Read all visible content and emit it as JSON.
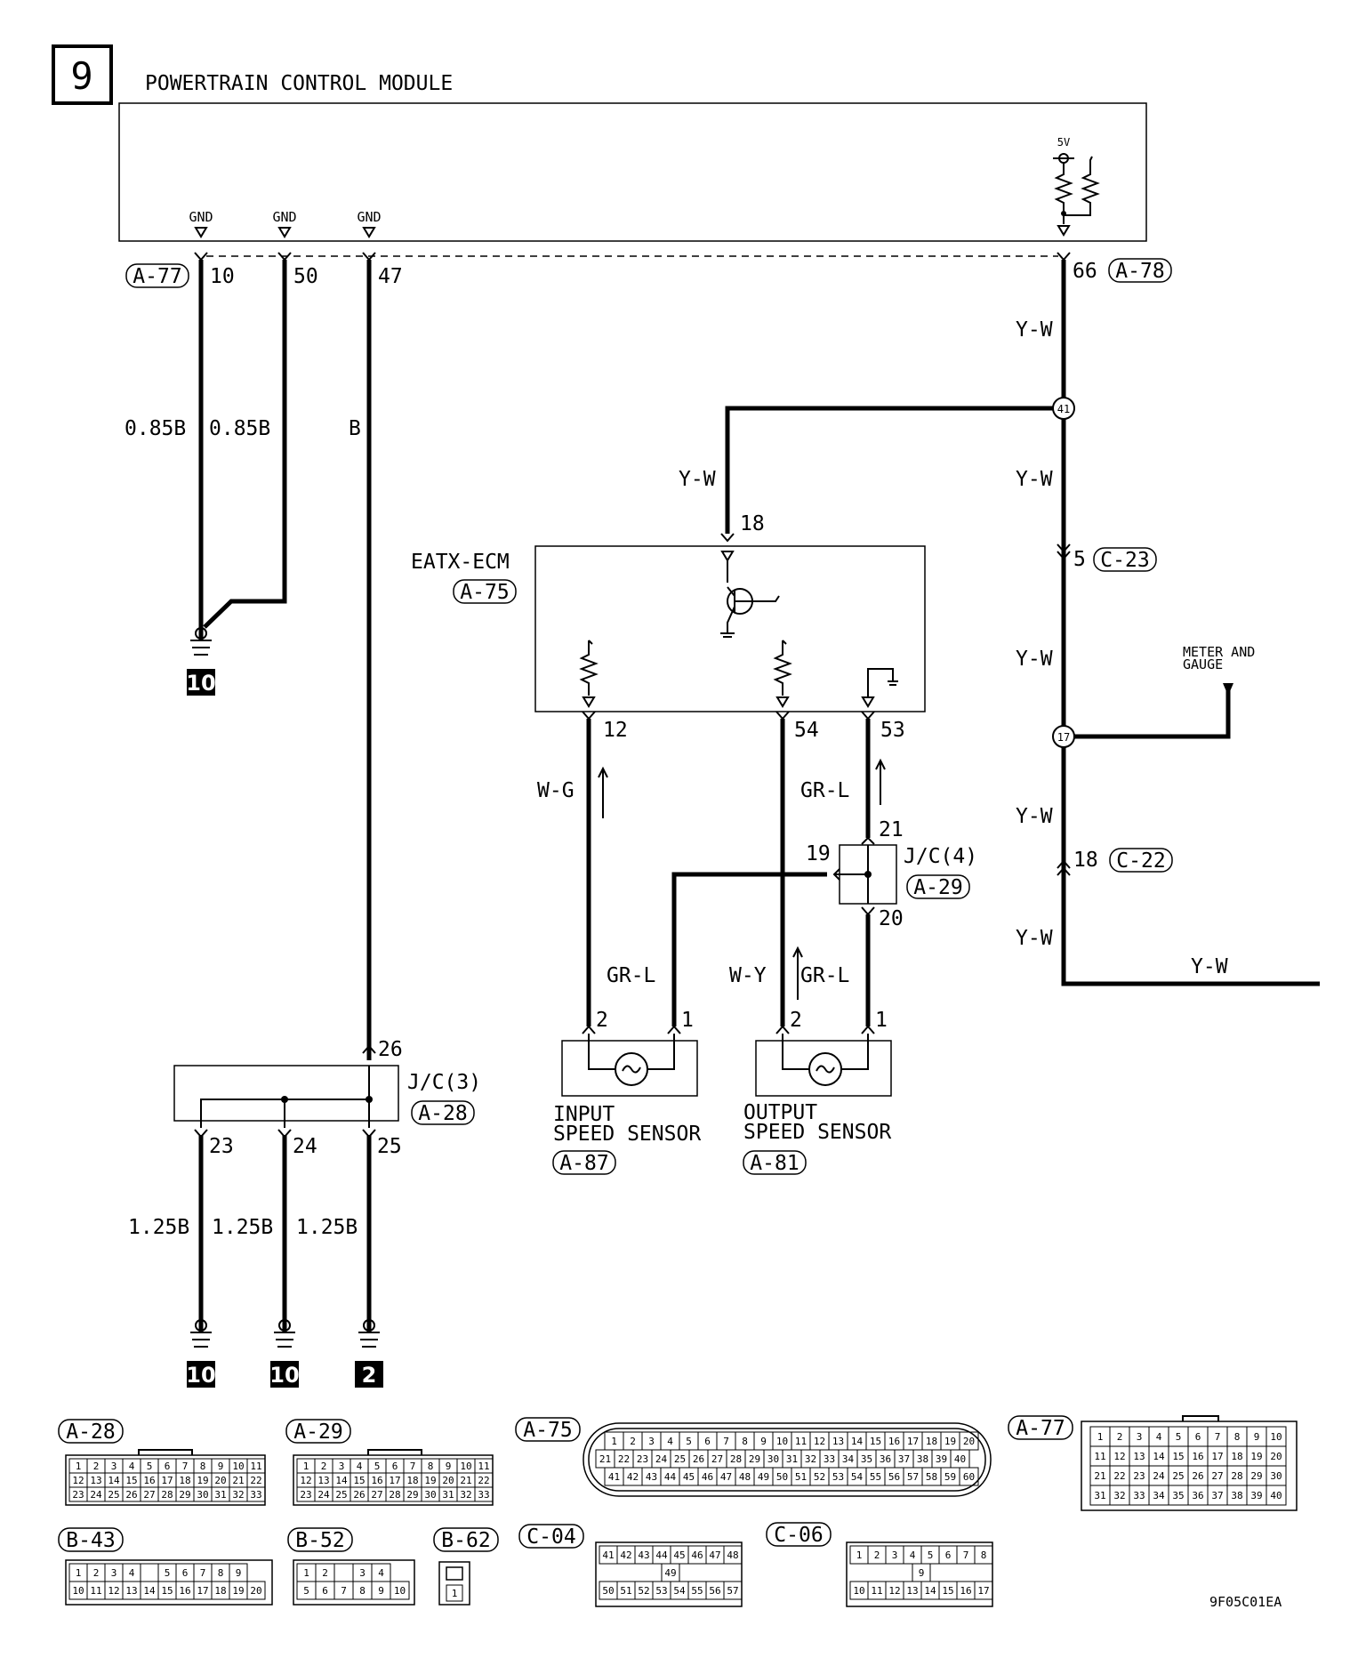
{
  "page": {
    "number": "9",
    "title": "POWERTRAIN CONTROL MODULE",
    "code": "9F05C01EA"
  },
  "pcm": {
    "gnd": "GND",
    "vref": "5V",
    "conn_left": "A-77",
    "conn_right": "A-78",
    "pins": {
      "p10": "10",
      "p50": "50",
      "p47": "47",
      "p66": "66"
    }
  },
  "wires": {
    "w10": "0.85B",
    "w50": "0.85B",
    "w47": "B",
    "yw": "Y-W",
    "wg": "W-G",
    "grl": "GR-L",
    "wy": "W-Y",
    "b125": "1.25B"
  },
  "splices": {
    "s41": "41",
    "s17": "17"
  },
  "jcon": {
    "c23_pin": "5",
    "c23": "C-23",
    "c22_pin": "18",
    "c22": "C-22",
    "meter": "METER AND\nGAUGE"
  },
  "eatx": {
    "name": "EATX-ECM",
    "conn": "A-75",
    "p18": "18",
    "p12": "12",
    "p54": "54",
    "p53": "53"
  },
  "jc4": {
    "name": "J/C(4)",
    "conn": "A-29",
    "p21": "21",
    "p19": "19",
    "p20": "20"
  },
  "jc3": {
    "name": "J/C(3)",
    "conn": "A-28",
    "p26": "26",
    "p23": "23",
    "p24": "24",
    "p25": "25"
  },
  "input_sensor": {
    "name1": "INPUT",
    "name2": "SPEED SENSOR",
    "conn": "A-87",
    "p2": "2",
    "p1": "1"
  },
  "output_sensor": {
    "name1": "OUTPUT",
    "name2": "SPEED SENSOR",
    "conn": "A-81",
    "p2": "2",
    "p1": "1"
  },
  "grounds": {
    "g1": "10",
    "g2": "10",
    "g3": "10",
    "g4": "2"
  },
  "connectors": {
    "a28": {
      "label": "A-28",
      "rows": [
        [
          "1",
          "2",
          "3",
          "4",
          "5",
          "6",
          "7",
          "8",
          "9",
          "10",
          "11"
        ],
        [
          "12",
          "13",
          "14",
          "15",
          "16",
          "17",
          "18",
          "19",
          "20",
          "21",
          "22"
        ],
        [
          "23",
          "24",
          "25",
          "26",
          "27",
          "28",
          "29",
          "30",
          "31",
          "32",
          "33"
        ]
      ]
    },
    "a29": {
      "label": "A-29",
      "rows": [
        [
          "1",
          "2",
          "3",
          "4",
          "5",
          "6",
          "7",
          "8",
          "9",
          "10",
          "11"
        ],
        [
          "12",
          "13",
          "14",
          "15",
          "16",
          "17",
          "18",
          "19",
          "20",
          "21",
          "22"
        ],
        [
          "23",
          "24",
          "25",
          "26",
          "27",
          "28",
          "29",
          "30",
          "31",
          "32",
          "33"
        ]
      ]
    },
    "a75": {
      "label": "A-75",
      "rows": [
        [
          "1",
          "2",
          "3",
          "4",
          "5",
          "6",
          "7",
          "8",
          "9",
          "10",
          "11",
          "12",
          "13",
          "14",
          "15",
          "16",
          "17",
          "18",
          "19",
          "20"
        ],
        [
          "21",
          "22",
          "23",
          "24",
          "25",
          "26",
          "27",
          "28",
          "29",
          "30",
          "31",
          "32",
          "33",
          "34",
          "35",
          "36",
          "37",
          "38",
          "39",
          "40"
        ],
        [
          "41",
          "42",
          "43",
          "44",
          "45",
          "46",
          "47",
          "48",
          "49",
          "50",
          "51",
          "52",
          "53",
          "54",
          "55",
          "56",
          "57",
          "58",
          "59",
          "60"
        ]
      ]
    },
    "a77": {
      "label": "A-77",
      "rows": [
        [
          "1",
          "2",
          "3",
          "4",
          "5",
          "6",
          "7",
          "8",
          "9",
          "10"
        ],
        [
          "11",
          "12",
          "13",
          "14",
          "15",
          "16",
          "17",
          "18",
          "19",
          "20"
        ],
        [
          "21",
          "22",
          "23",
          "24",
          "25",
          "26",
          "27",
          "28",
          "29",
          "30"
        ],
        [
          "31",
          "32",
          "33",
          "34",
          "35",
          "36",
          "37",
          "38",
          "39",
          "40"
        ]
      ]
    },
    "b43": {
      "label": "B-43",
      "rows": [
        [
          "1",
          "2",
          "3",
          "4",
          "",
          "5",
          "6",
          "7",
          "8",
          "9"
        ],
        [
          "10",
          "11",
          "12",
          "13",
          "14",
          "15",
          "16",
          "17",
          "18",
          "19",
          "20"
        ]
      ]
    },
    "b52": {
      "label": "B-52",
      "rows": [
        [
          "1",
          "2",
          "",
          "3",
          "4"
        ],
        [
          "5",
          "6",
          "7",
          "8",
          "9",
          "10"
        ]
      ]
    },
    "b62": {
      "label": "B-62",
      "rows": [
        [
          "1"
        ]
      ]
    },
    "c04": {
      "label": "C-04",
      "rows": [
        [
          "41",
          "42",
          "43",
          "44",
          "45",
          "46",
          "47",
          "48"
        ],
        [
          "49"
        ],
        [
          "50",
          "51",
          "52",
          "53",
          "54",
          "55",
          "56",
          "57"
        ]
      ]
    },
    "c06": {
      "label": "C-06",
      "rows": [
        [
          "1",
          "2",
          "3",
          "4",
          "5",
          "6",
          "7",
          "8"
        ],
        [
          "9"
        ],
        [
          "10",
          "11",
          "12",
          "13",
          "14",
          "15",
          "16",
          "17"
        ]
      ]
    }
  }
}
